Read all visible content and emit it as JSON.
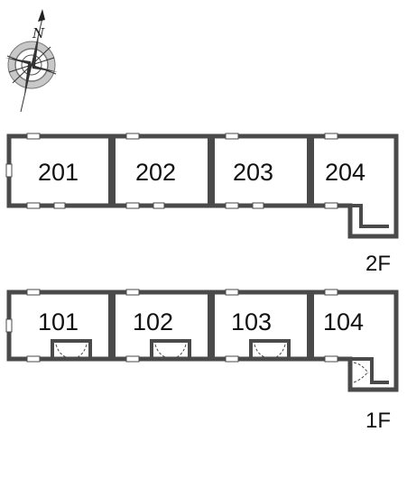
{
  "compass": {
    "north_label": "N"
  },
  "floors": [
    {
      "label": "2F",
      "rooms": [
        {
          "number": "201"
        },
        {
          "number": "202"
        },
        {
          "number": "203"
        },
        {
          "number": "204"
        }
      ]
    },
    {
      "label": "1F",
      "rooms": [
        {
          "number": "101"
        },
        {
          "number": "102"
        },
        {
          "number": "103"
        },
        {
          "number": "104"
        }
      ]
    }
  ],
  "colors": {
    "wall": "#4a4a4a",
    "text": "#111111",
    "compass": "#777777"
  }
}
